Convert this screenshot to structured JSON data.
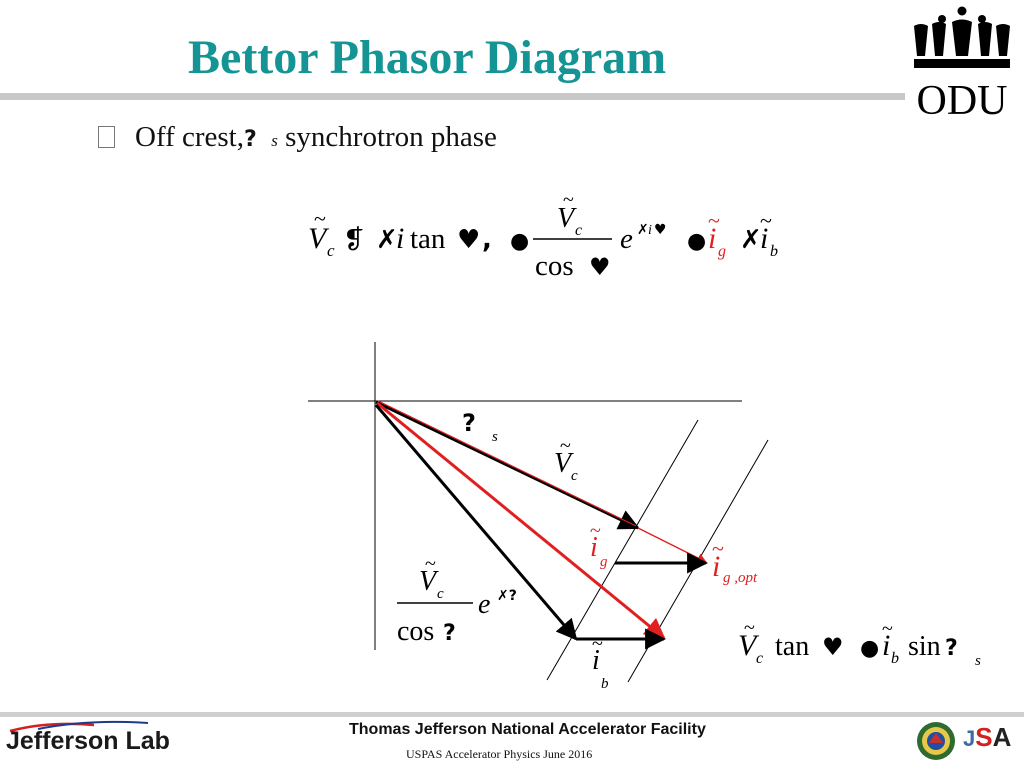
{
  "slide": {
    "title": "Bettor Phasor Diagram",
    "bullet": {
      "icon": "square-bullet-icon",
      "text_before": "Off crest,",
      "symbol": "?",
      "subscript": "s",
      "text_after": "synchrotron phase"
    },
    "equation": {
      "lhs": "V",
      "lhs_sub": "c",
      "tilde": "~",
      "glyph_paren": "❡",
      "glyph_x": "✗",
      "i": "i",
      "tan": "tan",
      "glyph_heart": "♥",
      "glyph_comma": ",",
      "glyph_dot": "●",
      "numerator": "V",
      "numerator_sub": "c",
      "denominator": "cos",
      "exp_base": "e",
      "ig": "i",
      "ig_sub": "g",
      "ib": "i",
      "ib_sub": "b"
    },
    "diagram": {
      "phi_symbol": "?",
      "phi_sub": "s",
      "vc_label": "V",
      "vc_sub": "c",
      "ig_label": "i",
      "ig_sub": "g",
      "igopt_label": "i",
      "igopt_sub": "g ,opt",
      "frac_num": "V",
      "frac_num_sub": "c",
      "frac_den": "cos",
      "frac_den_symbol": "?",
      "exp_base": "e",
      "exp_glyph": "✗?",
      "ib_label": "i",
      "ib_sub": "b",
      "bottom_eq": {
        "v": "V",
        "v_sub": "c",
        "tan": "tan",
        "heart": "♥",
        "dot": "●",
        "i": "i",
        "i_sub": "b",
        "sin": "sin",
        "sym": "?",
        "sym_sub": "s"
      }
    },
    "colors": {
      "title": "#149494",
      "red": "#e02020",
      "black": "#000000"
    }
  },
  "footer": {
    "lab_name": "Jefferson Lab",
    "facility": "Thomas Jefferson National Accelerator Facility",
    "course": "USPAS Accelerator Physics June 2016",
    "jsa_left": "J",
    "jsa_mid": "S",
    "jsa_right": "A",
    "logo_text": "ODU"
  }
}
